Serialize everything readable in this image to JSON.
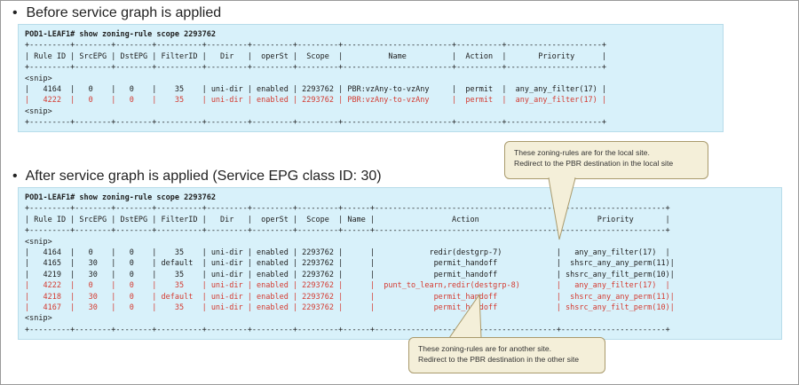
{
  "section1": {
    "bullet": "•",
    "title": "Before service graph is applied",
    "lines": [
      {
        "text": "POD1-LEAF1# show zoning-rule scope 2293762",
        "style": "bold"
      },
      {
        "text": "+---------+--------+--------+----------+---------+---------+---------+------------------------+----------+---------------------+",
        "style": "normal"
      },
      {
        "text": "| Rule ID | SrcEPG | DstEPG | FilterID |   Dir   |  operSt |  Scope  |          Name          |  Action  |       Priority      |",
        "style": "normal"
      },
      {
        "text": "+---------+--------+--------+----------+---------+---------+---------+------------------------+----------+---------------------+",
        "style": "normal"
      },
      {
        "text": "<snip>",
        "style": "normal"
      },
      {
        "text": "|   4164  |   0    |   0    |    35    | uni-dir | enabled | 2293762 | PBR:vzAny-to-vzAny     |  permit  |  any_any_filter(17) |",
        "style": "normal"
      },
      {
        "text": "|   4222  |   0    |   0    |    35    | uni-dir | enabled | 2293762 | PBR:vzAny-to-vzAny     |  permit  |  any_any_filter(17) |",
        "style": "red"
      },
      {
        "text": "<snip>",
        "style": "normal"
      },
      {
        "text": "+---------+--------+--------+----------+---------+---------+---------+------------------------+----------+---------------------+",
        "style": "normal"
      }
    ]
  },
  "section2": {
    "bullet": "•",
    "title": "After service graph is applied (Service EPG class ID: 30)",
    "lines": [
      {
        "text": "POD1-LEAF1# show zoning-rule scope 2293762",
        "style": "bold"
      },
      {
        "text": "+---------+--------+--------+----------+---------+---------+---------+------+----------------------------------------+-----------------------+",
        "style": "normal"
      },
      {
        "text": "| Rule ID | SrcEPG | DstEPG | FilterID |   Dir   |  operSt |  Scope  | Name |                 Action                 |        Priority       |",
        "style": "normal"
      },
      {
        "text": "+---------+--------+--------+----------+---------+---------+---------+------+----------------------------------------+-----------------------+",
        "style": "normal"
      },
      {
        "text": "<snip>",
        "style": "normal"
      },
      {
        "text": "|   4164  |   0    |   0    |    35    | uni-dir | enabled | 2293762 |      |            redir(destgrp-7)            |   any_any_filter(17)  |",
        "style": "normal"
      },
      {
        "text": "|   4165  |   30   |   0    | default  | uni-dir | enabled | 2293762 |      |             permit_handoff             |  shsrc_any_any_perm(11)|",
        "style": "normal"
      },
      {
        "text": "|   4219  |   30   |   0    |    35    | uni-dir | enabled | 2293762 |      |             permit_handoff             | shsrc_any_filt_perm(10)|",
        "style": "normal"
      },
      {
        "text": "|   4222  |   0    |   0    |    35    | uni-dir | enabled | 2293762 |      |  punt_to_learn,redir(destgrp-8)        |   any_any_filter(17)  |",
        "style": "red"
      },
      {
        "text": "|   4218  |   30   |   0    | default  | uni-dir | enabled | 2293762 |      |             permit_handoff             |  shsrc_any_any_perm(11)|",
        "style": "red"
      },
      {
        "text": "|   4167  |   30   |   0    |    35    | uni-dir | enabled | 2293762 |      |             permit_handoff             | shsrc_any_filt_perm(10)|",
        "style": "red"
      },
      {
        "text": "<snip>",
        "style": "normal"
      },
      {
        "text": "+---------+--------+--------+----------+---------+---------+---------+------+----------------------------------------+-----------------------+",
        "style": "normal"
      }
    ]
  },
  "callout_local": {
    "line1": "These zoning-rules are for the local site.",
    "line2": "Redirect to the PBR destination in the local site"
  },
  "callout_other": {
    "line1": "These zoning-rules are for another site.",
    "line2": "Redirect to the PBR destination in the other site"
  },
  "colors": {
    "terminal_bg": "#d8f1fa",
    "highlight_text": "#d43a30",
    "callout_bg": "#f4efd9"
  }
}
